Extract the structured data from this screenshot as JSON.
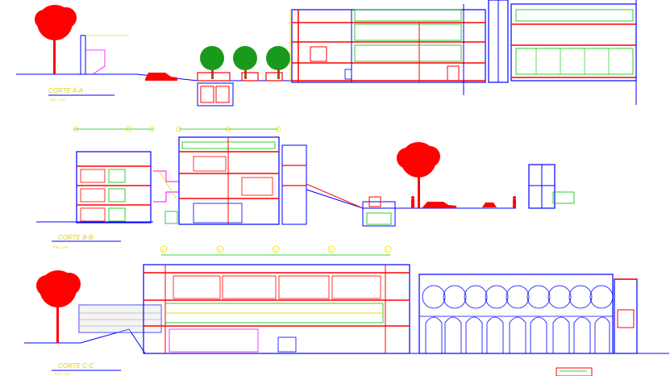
{
  "sections": [
    {
      "title": "CORTE A-A",
      "scale": "ESC. 1/75"
    },
    {
      "title": "CORTE B-B",
      "scale": "ESC. 1/75"
    },
    {
      "title": "CORTE C-C",
      "scale": "ESC. 1/75"
    }
  ],
  "axis_markers": [
    "A",
    "B",
    "C",
    "D",
    "E"
  ],
  "colors": {
    "red": "#ff0000",
    "blue": "#0000ff",
    "yellow": "#e8e000",
    "green": "#00c000",
    "magenta": "#ff00ff",
    "navy": "#000080",
    "tree_red": "#ff0000",
    "tree_green": "#1a9a1a"
  }
}
